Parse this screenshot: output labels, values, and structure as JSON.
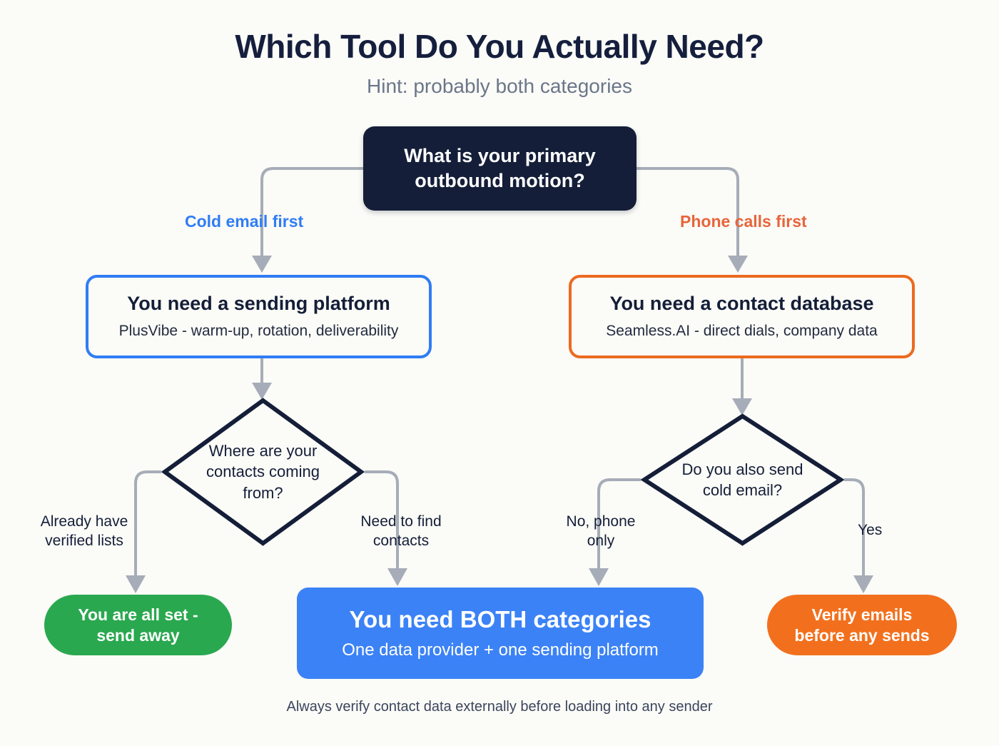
{
  "header": {
    "title": "Which Tool Do You Actually Need?",
    "subtitle": "Hint: probably both categories"
  },
  "colors": {
    "background": "#fbfbf7",
    "navy": "#141e38",
    "blue": "#2f7df4",
    "blue_fill": "#3b82f6",
    "orange": "#ec6a20",
    "orange_fill": "#f2701d",
    "green_fill": "#2aa84f",
    "connector_gray": "#a6adb8",
    "muted_text": "#6b7689"
  },
  "flow": {
    "root": {
      "text": "What is your primary\noutbound motion?",
      "line1": "What is your primary",
      "line2": "outbound motion?"
    },
    "branch_labels": {
      "left": "Cold email first",
      "right": "Phone calls first"
    },
    "result_left": {
      "title": "You need a sending platform",
      "detail": "PlusVibe - warm-up, rotation, deliverability"
    },
    "result_right": {
      "title": "You need a contact database",
      "detail": "Seamless.AI - direct dials, company data"
    },
    "decision_left": {
      "line1": "Where are your",
      "line2": "contacts coming",
      "line3": "from?"
    },
    "decision_right": {
      "line1": "Do you also send",
      "line2": "cold email?"
    },
    "edge_labels": {
      "already_verified": "Already have\nverified lists",
      "need_contacts": "Need to find\ncontacts",
      "phone_only": "No, phone\nonly",
      "yes": "Yes"
    },
    "terminal_green": {
      "line1": "You are all set -",
      "line2": "send away"
    },
    "terminal_blue": {
      "title": "You need BOTH categories",
      "detail": "One data provider + one sending platform"
    },
    "terminal_orange": {
      "line1": "Verify emails",
      "line2": "before any sends"
    }
  },
  "footer": {
    "note": "Always verify contact data externally before loading into any sender"
  }
}
